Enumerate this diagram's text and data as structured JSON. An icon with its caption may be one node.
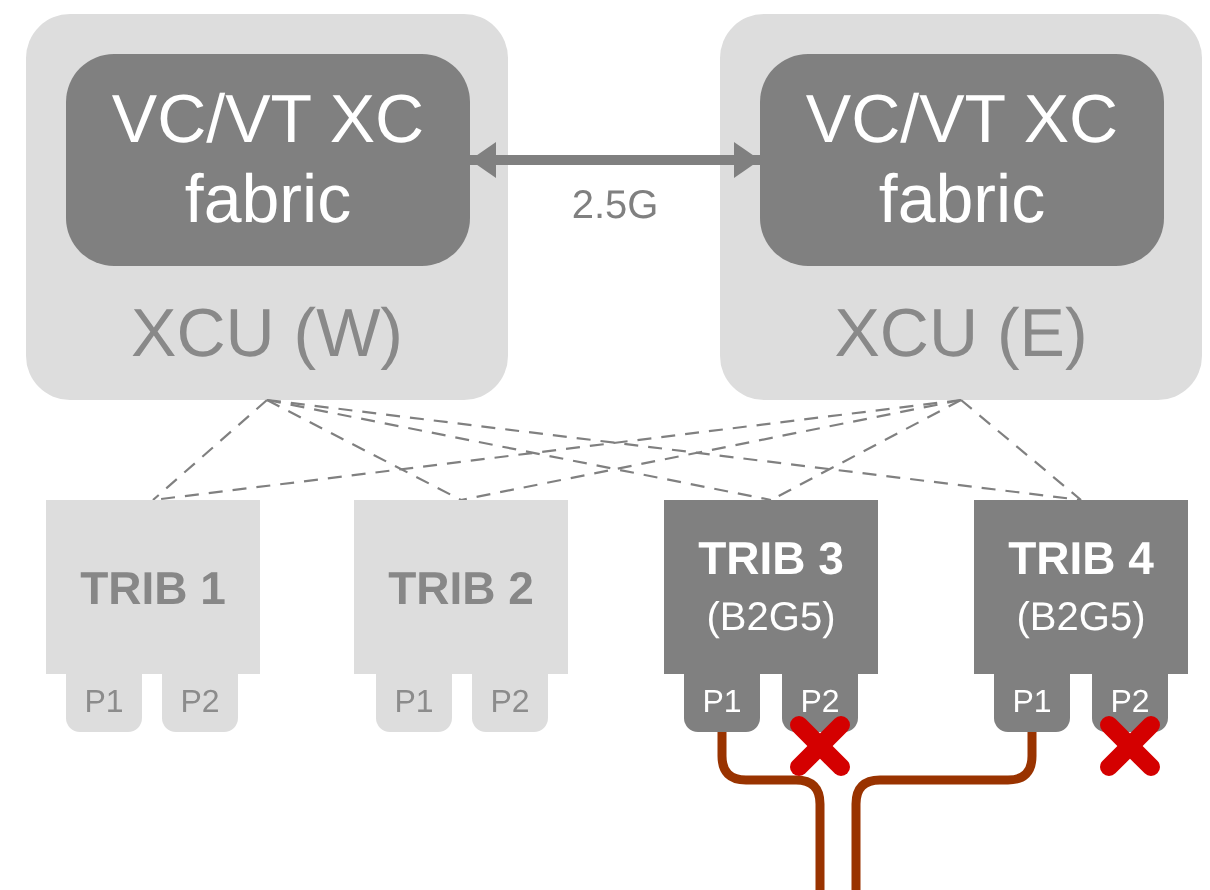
{
  "diagram": {
    "nodes": [
      {
        "text": [
          "XCU (W)"
        ]
      },
      {
        "text": [
          "VC/VT XC fabric"
        ],
        "in": 0
      },
      {
        "text": [
          "XCU (E)"
        ]
      },
      {
        "text": [
          "VC/VT XC fabric"
        ],
        "in": 2
      },
      {
        "text": [
          "TRIB 1"
        ]
      },
      {
        "text": [
          "TRIB 2"
        ]
      },
      {
        "text": [
          "TRIB 3",
          "(B2G5)"
        ]
      },
      {
        "text": [
          "TRIB 4",
          "(B2G5)"
        ]
      },
      {
        "text": [
          "P1"
        ]
      },
      {
        "text": [
          "P2"
        ]
      },
      {
        "text": [
          "P1"
        ]
      },
      {
        "text": [
          "P2"
        ]
      },
      {
        "text": [
          "P1"
        ]
      },
      {
        "text": [
          "P2"
        ]
      },
      {
        "text": [
          "P1"
        ]
      },
      {
        "text": [
          "P2"
        ]
      }
    ],
    "edges": [
      {
        "from": 1,
        "to": 3,
        "arrow": "both",
        "label": "2.5G",
        "style": "thick"
      },
      {
        "from": 0,
        "to": 4,
        "arrow": "none",
        "style": "dashed"
      },
      {
        "from": 0,
        "to": 5,
        "arrow": "none",
        "style": "dashed"
      },
      {
        "from": 0,
        "to": 6,
        "arrow": "none",
        "style": "dashed"
      },
      {
        "from": 0,
        "to": 7,
        "arrow": "none",
        "style": "dashed"
      },
      {
        "from": 2,
        "to": 4,
        "arrow": "none",
        "style": "dashed"
      },
      {
        "from": 2,
        "to": 5,
        "arrow": "none",
        "style": "dashed"
      },
      {
        "from": 2,
        "to": 6,
        "arrow": "none",
        "style": "dashed"
      },
      {
        "from": 2,
        "to": 7,
        "arrow": "none",
        "style": "dashed"
      },
      {
        "from": 12,
        "to": null,
        "arrow": "none",
        "style": "thick",
        "color": "#993300"
      },
      {
        "from": 14,
        "to": null,
        "arrow": "none",
        "style": "thick",
        "color": "#993300"
      }
    ]
  }
}
